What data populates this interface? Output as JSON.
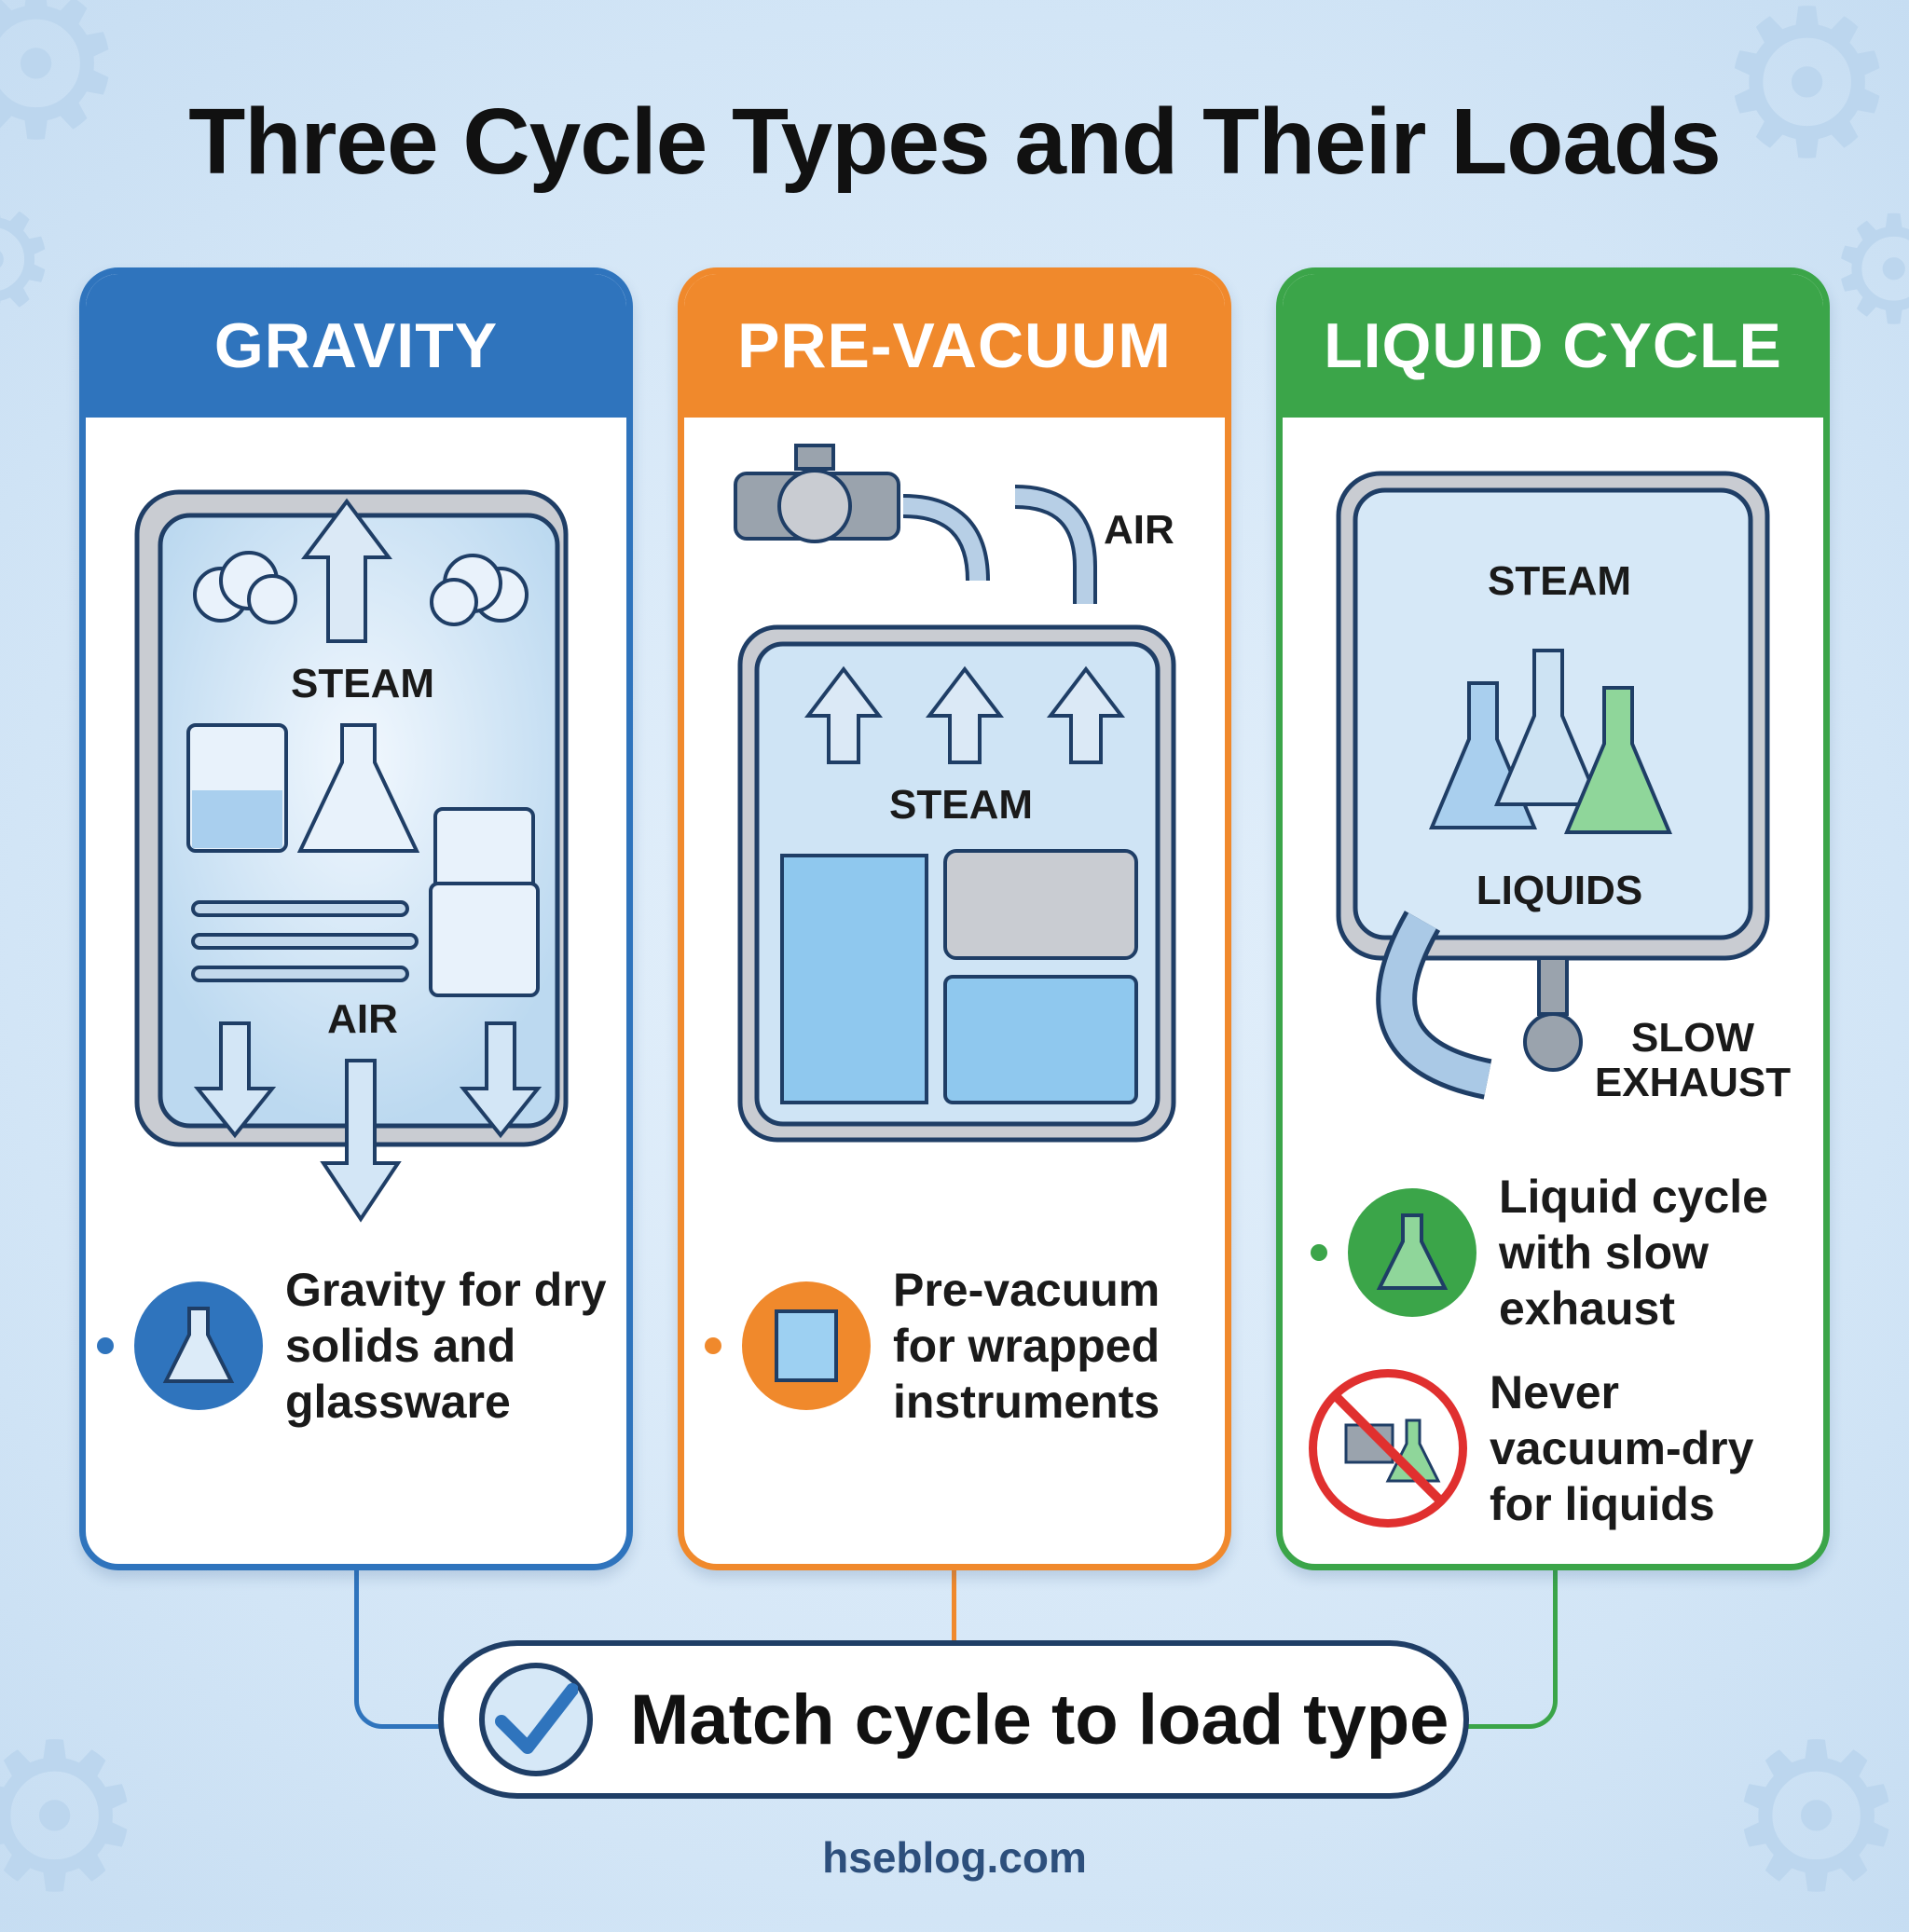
{
  "title": "Three Cycle Types and Their Loads",
  "colors": {
    "gravity": "#2f74bd",
    "prevacuum": "#f0892c",
    "liquid": "#3ba549",
    "background": "#d6e8f7",
    "outline": "#1f3e66"
  },
  "cards": [
    {
      "header": "GRAVITY",
      "labels": {
        "steam": "STEAM",
        "air": "AIR"
      },
      "bullet": "Gravity for dry solids and glassware",
      "badge_icon": "flask-icon"
    },
    {
      "header": "PRE-VACUUM",
      "labels": {
        "air": "AIR",
        "steam": "STEAM"
      },
      "bullet": "Pre-vacuum for wrapped instruments",
      "badge_icon": "wrapped-pack-icon"
    },
    {
      "header": "LIQUID CYCLE",
      "labels": {
        "steam": "STEAM",
        "liquids": "LIQUIDS",
        "slow": "SLOW",
        "exhaust": "EXHAUST"
      },
      "bullet": "Liquid cycle with slow exhaust",
      "warning": "Never vacuum-dry for liquids",
      "badge_icon": "flask-icon",
      "warning_icon": "no-vacuum-icon"
    }
  ],
  "summary": "Match cycle to load type",
  "footer": "hseblog.com"
}
